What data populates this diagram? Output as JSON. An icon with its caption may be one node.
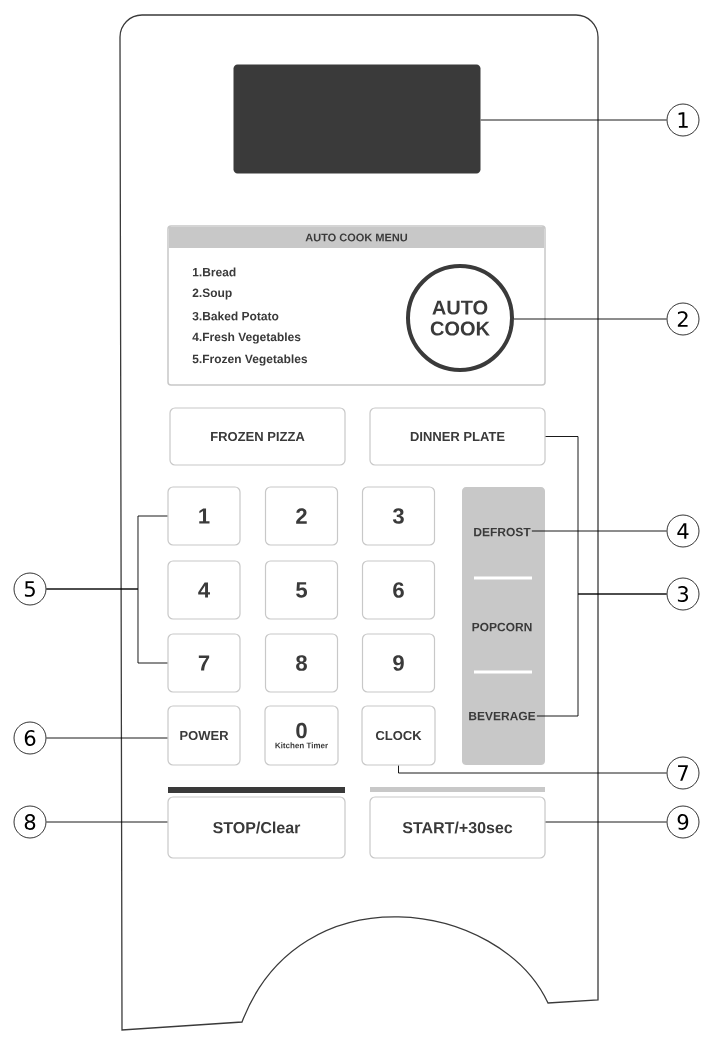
{
  "diagram": {
    "nodes": [
      {
        "text": [],
        "shape": "box"
      },
      {
        "text": [
          "AUTO COOK MENU",
          "1.Bread",
          "2.Soup",
          "3.Baked Potato",
          "4.Fresh Vegetables",
          "5.Frozen Vegetables"
        ]
      },
      {
        "text": [
          "AUTO COOK"
        ],
        "in": 1
      },
      {
        "text": [
          "FROZEN PIZZA"
        ]
      },
      {
        "text": [
          "DINNER PLATE"
        ]
      },
      {
        "text": [
          "1"
        ]
      },
      {
        "text": [
          "2"
        ]
      },
      {
        "text": [
          "3"
        ]
      },
      {
        "text": [
          "4"
        ]
      },
      {
        "text": [
          "5"
        ]
      },
      {
        "text": [
          "6"
        ]
      },
      {
        "text": [
          "7"
        ]
      },
      {
        "text": [
          "8"
        ]
      },
      {
        "text": [
          "9"
        ]
      },
      {
        "text": [],
        "shape": "box"
      },
      {
        "text": [
          "DEFROST"
        ],
        "in": 14
      },
      {
        "text": [
          "POPCORN"
        ],
        "in": 14
      },
      {
        "text": [
          "BEVERAGE"
        ],
        "in": 14
      },
      {
        "text": [
          "POWER"
        ]
      },
      {
        "text": [
          "0",
          "Kitchen Timer"
        ]
      },
      {
        "text": [
          "CLOCK"
        ]
      },
      {
        "text": [
          "STOP/Clear"
        ]
      },
      {
        "text": [
          "START/+30sec"
        ]
      },
      {
        "text": [
          "1"
        ]
      },
      {
        "text": [
          "2"
        ]
      },
      {
        "text": [
          "3"
        ]
      },
      {
        "text": [
          "4"
        ]
      },
      {
        "text": [
          "5"
        ]
      },
      {
        "text": [
          "6"
        ]
      },
      {
        "text": [
          "7"
        ]
      },
      {
        "text": [
          "8"
        ]
      },
      {
        "text": [
          "9"
        ]
      }
    ],
    "edges": [
      {
        "from": 23,
        "to": 0,
        "arrow": "none"
      },
      {
        "from": 24,
        "to": 2,
        "arrow": "none"
      },
      {
        "from": 25,
        "to": 4,
        "arrow": "none"
      },
      {
        "from": 25,
        "to": 17,
        "arrow": "none"
      },
      {
        "from": 26,
        "to": 15,
        "arrow": "none"
      },
      {
        "from": 27,
        "to": 5,
        "arrow": "none"
      },
      {
        "from": 27,
        "to": 11,
        "arrow": "none"
      },
      {
        "from": 28,
        "to": 18,
        "arrow": "none"
      },
      {
        "from": 29,
        "to": 20,
        "arrow": "none"
      },
      {
        "from": 30,
        "to": 21,
        "arrow": "none"
      },
      {
        "from": 31,
        "to": 22,
        "arrow": "none"
      }
    ]
  }
}
